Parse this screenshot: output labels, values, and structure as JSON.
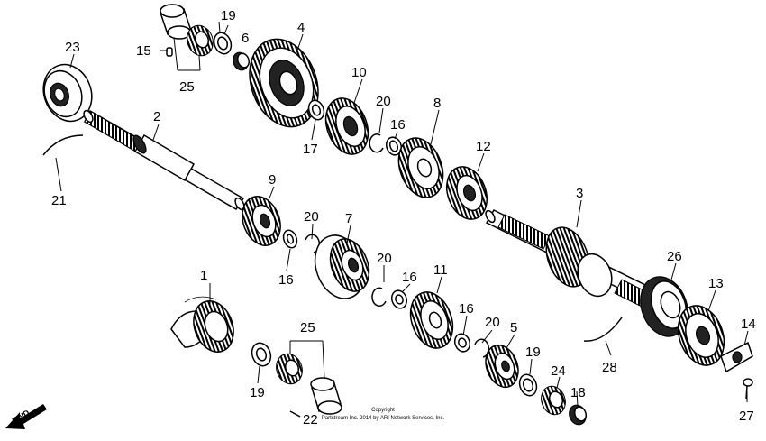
{
  "labels": [
    "1",
    "2",
    "3",
    "4",
    "5",
    "6",
    "7",
    "8",
    "9",
    "10",
    "11",
    "12",
    "13",
    "14",
    "15",
    "16",
    "16",
    "16",
    "16",
    "17",
    "18",
    "19",
    "19",
    "19",
    "20",
    "20",
    "20",
    "20",
    "21",
    "22",
    "23",
    "24",
    "25",
    "25",
    "26",
    "27",
    "28"
  ],
  "copyright": {
    "line1": "Copyright",
    "line2": "Partstream Inc. 2014 by ARI Network Services, Inc."
  },
  "fwd_label": "FWD"
}
